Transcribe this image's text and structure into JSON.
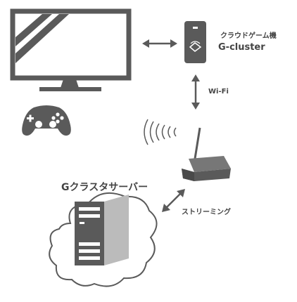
{
  "labels": {
    "device_jp": "クラウドゲーム機",
    "device_en": "G-cluster",
    "wifi": "Wi-Fi",
    "server": "Gクラスタサーバー",
    "streaming": "ストリーミング"
  },
  "colors": {
    "dark": "#5a5a5a",
    "mid": "#777777",
    "light": "#bbbbbb",
    "cloud_fill": "#ffffff"
  },
  "icons": {
    "monitor": "monitor-icon",
    "gamepad": "gamepad-icon",
    "device": "cloud-game-device-icon",
    "router": "wifi-router-icon",
    "waves": "wifi-waves-icon",
    "server": "server-tower-icon",
    "cloud": "cloud-icon"
  }
}
